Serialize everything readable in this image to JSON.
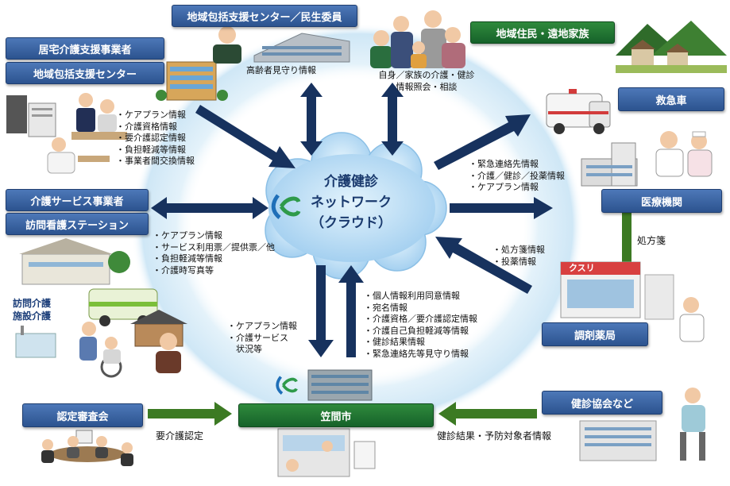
{
  "colors": {
    "box_blue": "#3462a3",
    "box_green": "#1e7232",
    "arrow_navy": "#17325e",
    "arrow_green": "#3c7a23",
    "ring": "#d6ebf7",
    "cloud": "#b6daf1"
  },
  "center": {
    "line1": "介護健診",
    "line2": "ネットワーク",
    "line3": "（クラウド）",
    "logo": "logo-icon"
  },
  "boxes": {
    "kyotaku": "居宅介護支援事業者",
    "houkatsu_center": "地域包括支援センター",
    "houkatsu_minsei": "地域包括支援センター／民生委員",
    "residents": "地域住民・遠地家族",
    "ambulance": "救急車",
    "medical": "医療機関",
    "pharmacy": "調剤薬局",
    "kaigo_service": "介護サービス事業者",
    "houmon_kango": "訪問看護ステーション",
    "nintei": "認定審査会",
    "kasama": "笠間市",
    "kenshin": "健診協会など"
  },
  "labels": {
    "watch": "高齢者見守り情報",
    "family": [
      "自身／家族の介護・健診",
      "情報照会・相談"
    ],
    "kyotaku_info": [
      "・ケアプラン情報",
      "・介護資格情報",
      "・要介護認定情報",
      "・負担軽減等情報",
      "・事業者間交換情報"
    ],
    "emergency_info": [
      "・緊急連絡先情報",
      "・介護／健診／投薬情報",
      "・ケアプラン情報"
    ],
    "service_info": [
      "・ケアプラン情報",
      "・サービス利用票／提供票／他",
      "・負担軽減等情報",
      "・介護時写真等"
    ],
    "pharmacy_info": [
      "・処方箋情報",
      "・投薬情報"
    ],
    "prescription": "処方箋",
    "visit_care": [
      "訪問介護",
      "施設介護"
    ],
    "city_out": [
      "・ケアプラン情報",
      "・介護サービス",
      "　状況等"
    ],
    "city_in": [
      "・個人情報利用同意情報",
      "・宛名情報",
      "・介護資格／要介護認定情報",
      "・介護自己負担軽減等情報",
      "・健診結果情報",
      "・緊急連絡先等見守り情報"
    ],
    "nintei_out": "要介護認定",
    "kenshin_out": "健診結果・予防対象者情報",
    "clinic_sign": "クスリ"
  }
}
